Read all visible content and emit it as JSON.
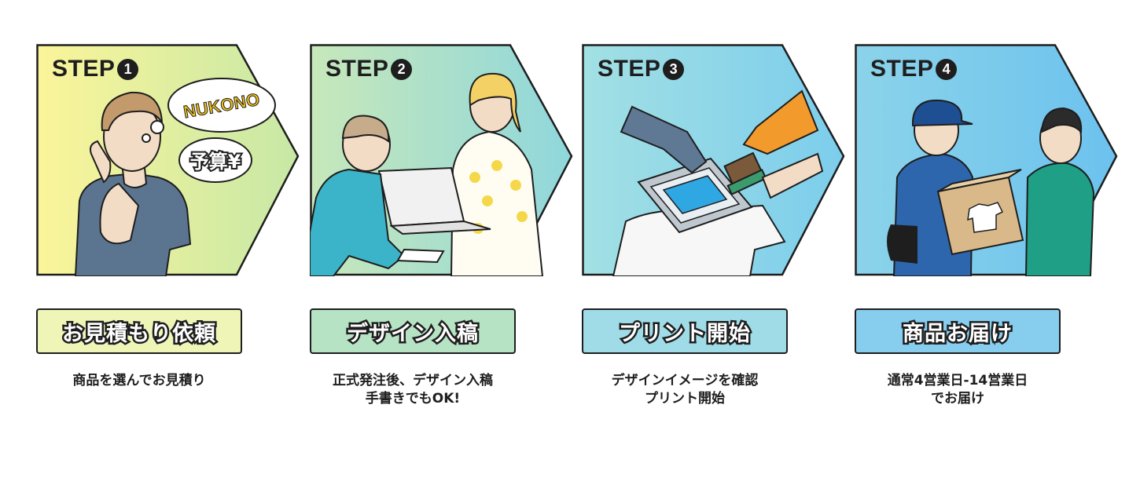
{
  "steps": [
    {
      "label": "STEP",
      "number": "1",
      "title": "お見積もり依頼",
      "description_lines": [
        "商品を選んでお見積り"
      ],
      "panel_gradient": [
        "#fbf59a",
        "#c7e8a6"
      ],
      "title_bg": "#eef5b6",
      "bubble_texts": [
        "NUKONO",
        "予算¥"
      ]
    },
    {
      "label": "STEP",
      "number": "2",
      "title": "デザイン入稿",
      "description_lines": [
        "正式発注後、デザイン入稿",
        "手書きでもOK!"
      ],
      "panel_gradient": [
        "#c7e8ba",
        "#8fd7dc"
      ],
      "title_bg": "#b5e3c3"
    },
    {
      "label": "STEP",
      "number": "3",
      "title": "プリント開始",
      "description_lines": [
        "デザインイメージを確認",
        "プリント開始"
      ],
      "panel_gradient": [
        "#a2e0e4",
        "#7ccdec"
      ],
      "title_bg": "#9fdce8"
    },
    {
      "label": "STEP",
      "number": "4",
      "title": "商品お届け",
      "description_lines": [
        "通常4営業日-14営業日",
        "でお届け"
      ],
      "panel_gradient": [
        "#8bd3ea",
        "#6cc2ee"
      ],
      "title_bg": "#86cdee"
    }
  ]
}
